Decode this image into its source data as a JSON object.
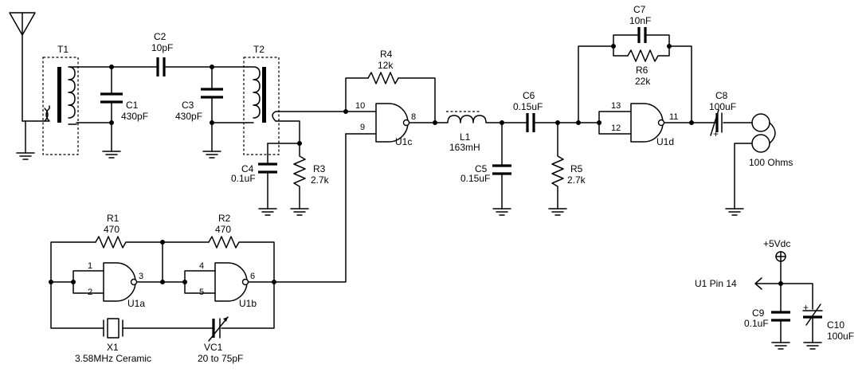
{
  "components": {
    "T1": "T1",
    "T2": "T2",
    "C1": {
      "ref": "C1",
      "value": "430pF"
    },
    "C2": {
      "ref": "C2",
      "value": "10pF"
    },
    "C3": {
      "ref": "C3",
      "value": "430pF"
    },
    "C4": {
      "ref": "C4",
      "value": "0.1uF"
    },
    "R3": {
      "ref": "R3",
      "value": "2.7k"
    },
    "R4": {
      "ref": "R4",
      "value": "12k"
    },
    "U1c": "U1c",
    "L1": {
      "ref": "L1",
      "value": "163mH"
    },
    "C6": {
      "ref": "C6",
      "value": "0.15uF"
    },
    "C5": {
      "ref": "C5",
      "value": "0.15uF"
    },
    "R5": {
      "ref": "R5",
      "value": "2.7k"
    },
    "C7": {
      "ref": "C7",
      "value": "10nF"
    },
    "R6": {
      "ref": "R6",
      "value": "22k"
    },
    "U1d": "U1d",
    "C8": {
      "ref": "C8",
      "value": "100uF"
    },
    "load": "100 Ohms",
    "R1": {
      "ref": "R1",
      "value": "470"
    },
    "R2": {
      "ref": "R2",
      "value": "470"
    },
    "U1a": "U1a",
    "U1b": "U1b",
    "X1": {
      "ref": "X1",
      "value": "3.58MHz Ceramic"
    },
    "VC1": {
      "ref": "VC1",
      "value": "20 to 75pF"
    },
    "power": "+5Vdc",
    "pin14": "U1 Pin 14",
    "C9": {
      "ref": "C9",
      "value": "0.1uF"
    },
    "C10": {
      "ref": "C10",
      "value": "100uF"
    }
  },
  "pins": {
    "u1c_in_a": "10",
    "u1c_in_b": "9",
    "u1c_out": "8",
    "u1d_in_a": "13",
    "u1d_in_b": "12",
    "u1d_out": "11",
    "u1a_in_a": "1",
    "u1a_in_b": "2",
    "u1a_out": "3",
    "u1b_in_a": "4",
    "u1b_in_b": "5",
    "u1b_out": "6"
  },
  "polarity": {
    "c8": "+",
    "c10": "+"
  }
}
